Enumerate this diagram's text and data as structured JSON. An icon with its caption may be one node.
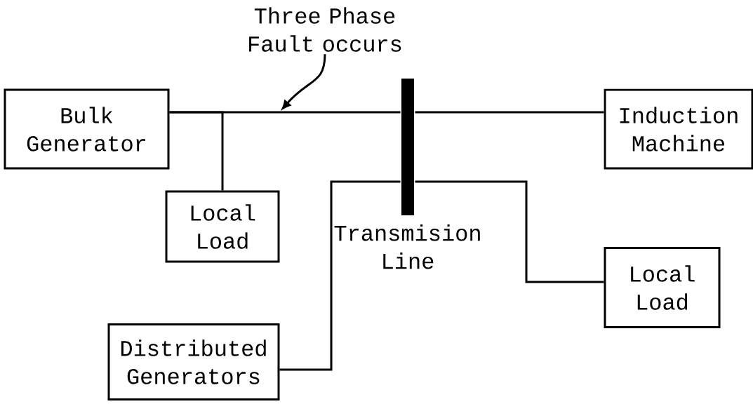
{
  "diagram": {
    "nodes": [
      {
        "text": [
          "Bulk Generator"
        ]
      },
      {
        "text": [
          "Local Load"
        ]
      },
      {
        "text": [
          "Distributed Generators"
        ]
      },
      {
        "text": [
          "Induction Machine"
        ]
      },
      {
        "text": [
          "Local Load"
        ]
      },
      {
        "text": [
          "Transmision Line"
        ]
      },
      {
        "text": [
          "Three Phase Fault occurs"
        ]
      }
    ],
    "edges": [
      {
        "from": 0,
        "to": 5,
        "arrow": "none"
      },
      {
        "from": 5,
        "to": 3,
        "arrow": "none"
      },
      {
        "from": 0,
        "to": 1,
        "arrow": "none"
      },
      {
        "from": 5,
        "to": 2,
        "arrow": "none"
      },
      {
        "from": 5,
        "to": 4,
        "arrow": "none"
      },
      {
        "from": 6,
        "to": null,
        "arrow": "to"
      }
    ]
  }
}
